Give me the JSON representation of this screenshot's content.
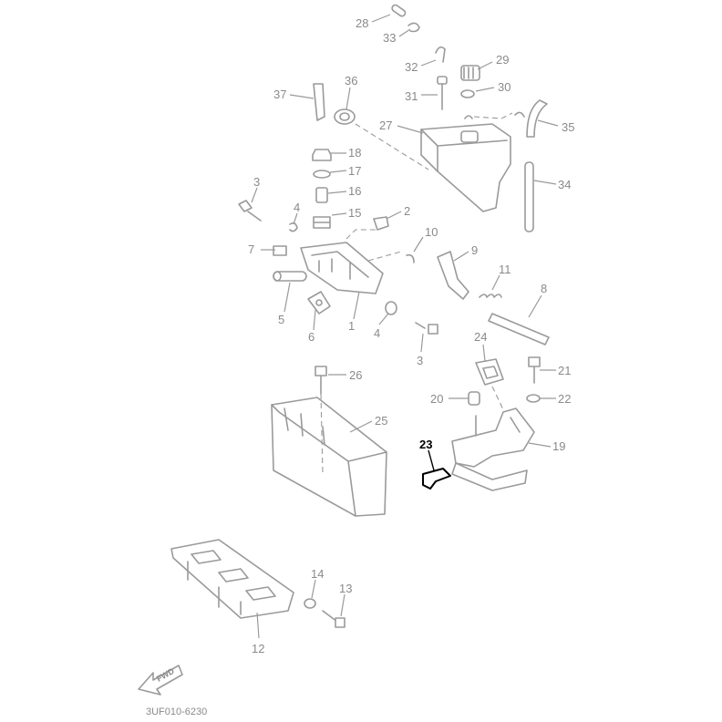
{
  "diagram": {
    "drawing_code": "3UF010-6230",
    "fwd_label": "FWD",
    "highlight_color": "#000000",
    "part_color": "#9a9a9a",
    "callouts": [
      {
        "id": "c28",
        "label": "28"
      },
      {
        "id": "c33",
        "label": "33"
      },
      {
        "id": "c32",
        "label": "32"
      },
      {
        "id": "c29",
        "label": "29"
      },
      {
        "id": "c37",
        "label": "37"
      },
      {
        "id": "c36",
        "label": "36"
      },
      {
        "id": "c31",
        "label": "31"
      },
      {
        "id": "c30",
        "label": "30"
      },
      {
        "id": "c27",
        "label": "27"
      },
      {
        "id": "c35",
        "label": "35"
      },
      {
        "id": "c18",
        "label": "18"
      },
      {
        "id": "c17",
        "label": "17"
      },
      {
        "id": "c16",
        "label": "16"
      },
      {
        "id": "c34",
        "label": "34"
      },
      {
        "id": "c3a",
        "label": "3"
      },
      {
        "id": "c4a",
        "label": "4"
      },
      {
        "id": "c15",
        "label": "15"
      },
      {
        "id": "c2",
        "label": "2"
      },
      {
        "id": "c10",
        "label": "10"
      },
      {
        "id": "c9",
        "label": "9"
      },
      {
        "id": "c7",
        "label": "7"
      },
      {
        "id": "c11",
        "label": "11"
      },
      {
        "id": "c8",
        "label": "8"
      },
      {
        "id": "c5",
        "label": "5"
      },
      {
        "id": "c6",
        "label": "6"
      },
      {
        "id": "c1",
        "label": "1"
      },
      {
        "id": "c4b",
        "label": "4"
      },
      {
        "id": "c24",
        "label": "24"
      },
      {
        "id": "c3b",
        "label": "3"
      },
      {
        "id": "c21",
        "label": "21"
      },
      {
        "id": "c26",
        "label": "26"
      },
      {
        "id": "c20",
        "label": "20"
      },
      {
        "id": "c22",
        "label": "22"
      },
      {
        "id": "c25",
        "label": "25"
      },
      {
        "id": "c23",
        "label": "23",
        "highlighted": true
      },
      {
        "id": "c19",
        "label": "19"
      },
      {
        "id": "c14",
        "label": "14"
      },
      {
        "id": "c13",
        "label": "13"
      },
      {
        "id": "c12",
        "label": "12"
      }
    ]
  }
}
